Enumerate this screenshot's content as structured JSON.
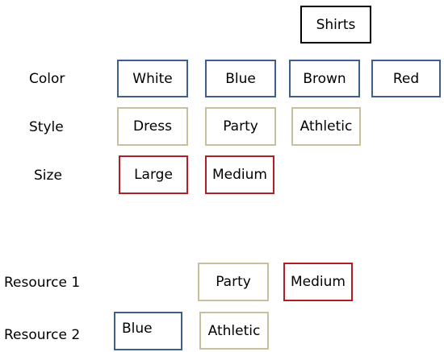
{
  "root": {
    "label": "Shirts",
    "color": "#000000"
  },
  "attributes": {
    "color": {
      "label": "Color",
      "values": [
        "White",
        "Blue",
        "Brown",
        "Red"
      ],
      "border_color": "#3c5f8e"
    },
    "style": {
      "label": "Style",
      "values": [
        "Dress",
        "Party",
        "Athletic"
      ],
      "border_color": "#c8bf9c"
    },
    "size": {
      "label": "Size",
      "values": [
        "Large",
        "Medium"
      ],
      "border_color": "#b11f24"
    }
  },
  "resources": [
    {
      "label": "Resource 1",
      "items": [
        "Party",
        "Medium"
      ]
    },
    {
      "label": "Resource 2",
      "items": [
        "Blue",
        "Athletic"
      ]
    }
  ]
}
